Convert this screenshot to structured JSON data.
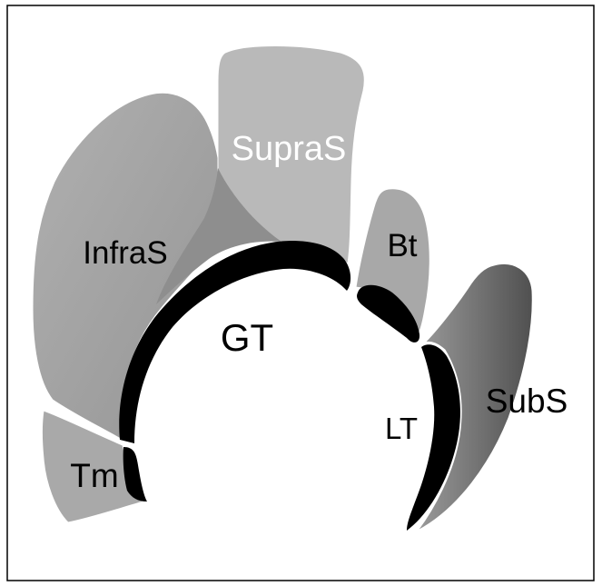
{
  "labels": {
    "supraspinatus": "SupraS",
    "infraspinatus": "InfraS",
    "biceps_tendon": "Bt",
    "greater_tuberosity": "GT",
    "lesser_tuberosity": "LT",
    "subscapularis": "SubS",
    "teres_minor": "Tm"
  },
  "colors": {
    "background": "#ffffff",
    "border": "#000000",
    "bone": "#000000",
    "supraspinatus": "#b7b7b7",
    "infraspinatus": "#a2a2a2",
    "infraspinatus_overlap": "#8c8c8c",
    "biceps_tendon": "#a9a9a9",
    "subscapularis": "#6e6e6e",
    "teres_minor": "#a9a9a9",
    "label_dark": "#000000",
    "label_light": "#ffffff"
  }
}
